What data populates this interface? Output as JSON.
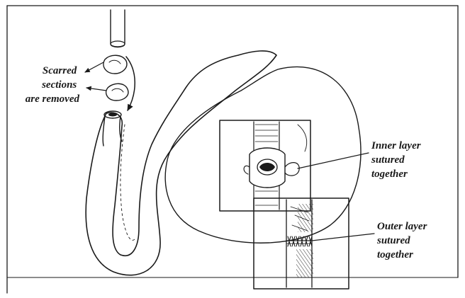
{
  "labels": {
    "removed": [
      "Scarred",
      "sections",
      "are removed"
    ],
    "inner": [
      "Inner layer",
      "sutured",
      "together"
    ],
    "outer": [
      "Outer layer",
      "sutured",
      "together"
    ]
  },
  "colors": {
    "ink": "#1a1a1a",
    "paper": "#ffffff"
  }
}
